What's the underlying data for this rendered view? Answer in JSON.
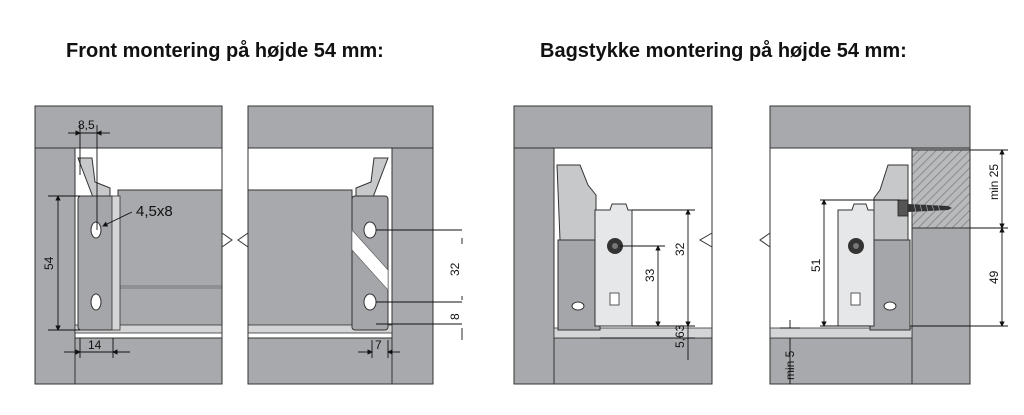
{
  "titles": {
    "front": "Front montering på højde 54 mm:",
    "back": "Bagstykke montering på højde 54 mm:"
  },
  "front_dims": {
    "d8_5": "8,5",
    "hole": "4,5x8",
    "d54": "54",
    "d14": "14",
    "d32": "32",
    "d8": "8",
    "d7": "7"
  },
  "back_dims": {
    "d32": "32",
    "d33": "33",
    "d5_63": "5,63",
    "d51": "51",
    "dmin5": "min 5",
    "dmin25": "min 25",
    "d49": "49"
  },
  "colors": {
    "panel": "#a7a9ac",
    "panel_dark": "#8e9093",
    "rail": "#d4d5d7",
    "plate": "#e6e7e8",
    "line": "#1a1a1a"
  }
}
